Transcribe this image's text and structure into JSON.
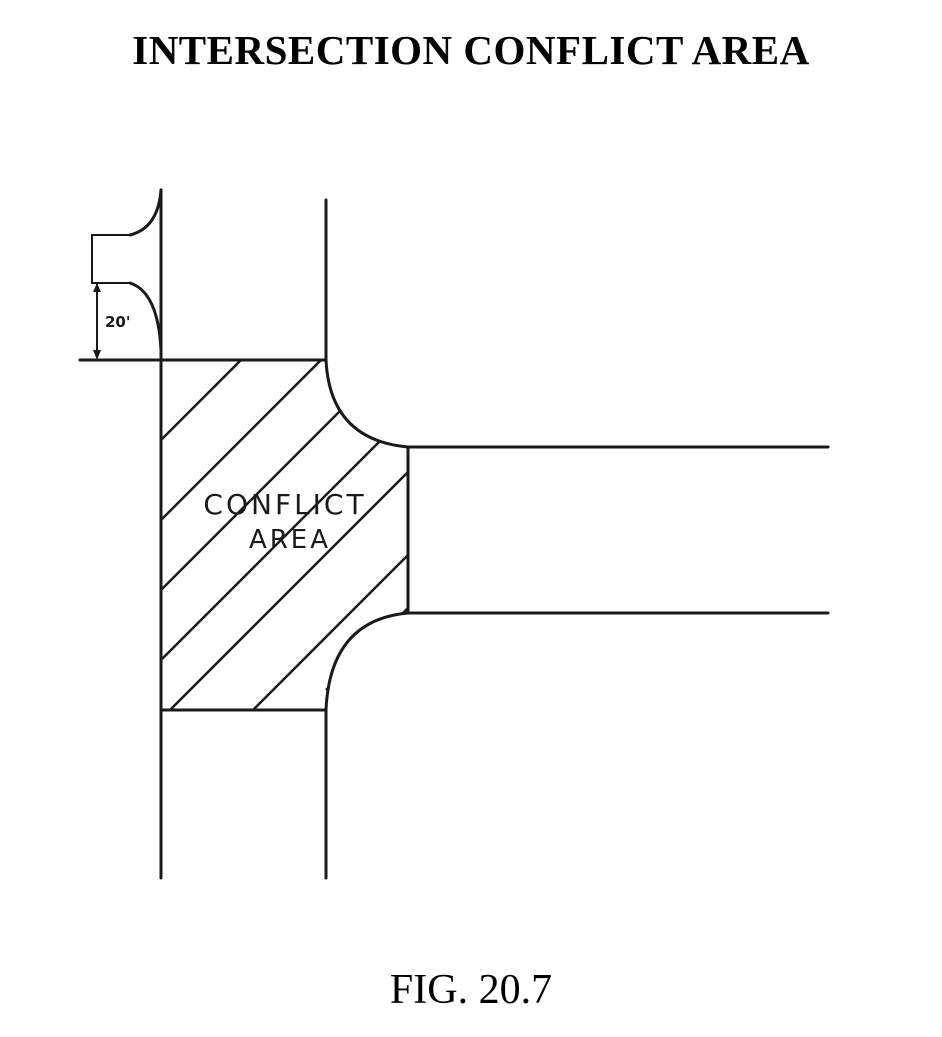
{
  "title": "INTERSECTION CONFLICT AREA",
  "figure_label": "FIG. 20.7",
  "diagram": {
    "dimension_label": "20'",
    "conflict_label_line1": "CONFLICT",
    "conflict_label_line2": "AREA"
  },
  "colors": {
    "ink": "#1a1a1a",
    "background": "#ffffff"
  }
}
